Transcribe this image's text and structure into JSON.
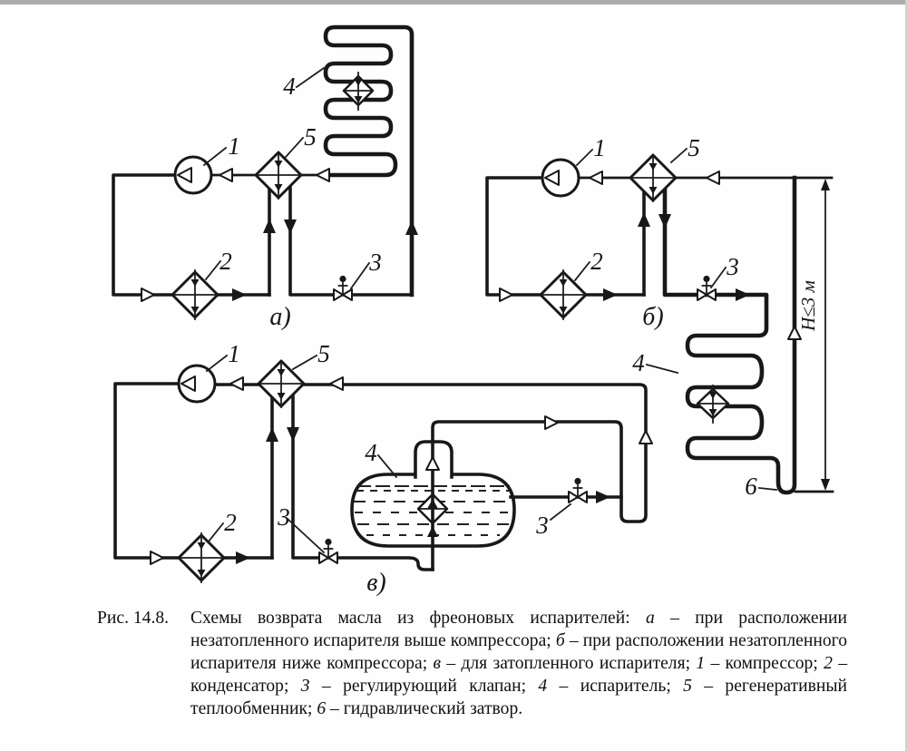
{
  "figure_labels": {
    "compressor": "1",
    "condenser": "2",
    "valve": "3",
    "evaporator": "4",
    "heat_exchanger": "5",
    "hydraulic_seal": "6"
  },
  "subfigures": {
    "a": "а)",
    "b": "б)",
    "v": "в)"
  },
  "dimension_note": "Н≤3 м",
  "caption": {
    "prefix": "Рис. 14.8.",
    "segments": [
      {
        "t": "Схемы возврата масла из фреоновых испарителей: "
      },
      {
        "t": "а",
        "i": 1
      },
      {
        "t": " – при расположении незатопленного испарителя выше компрессора; "
      },
      {
        "t": "б",
        "i": 1
      },
      {
        "t": " – при расположении незатопленного испарителя ниже компрессора; "
      },
      {
        "t": "в",
        "i": 1
      },
      {
        "t": " – для затопленного испарителя; "
      },
      {
        "t": "1",
        "i": 1
      },
      {
        "t": " – компрессор; "
      },
      {
        "t": "2",
        "i": 1
      },
      {
        "t": " – конденсатор; "
      },
      {
        "t": "3",
        "i": 1
      },
      {
        "t": " – регулирующий клапан; "
      },
      {
        "t": "4",
        "i": 1
      },
      {
        "t": " – испаритель; "
      },
      {
        "t": "5",
        "i": 1
      },
      {
        "t": " – регенеративный теплообменник; "
      },
      {
        "t": "6",
        "i": 1
      },
      {
        "t": " – гидравлический затвор."
      }
    ]
  }
}
